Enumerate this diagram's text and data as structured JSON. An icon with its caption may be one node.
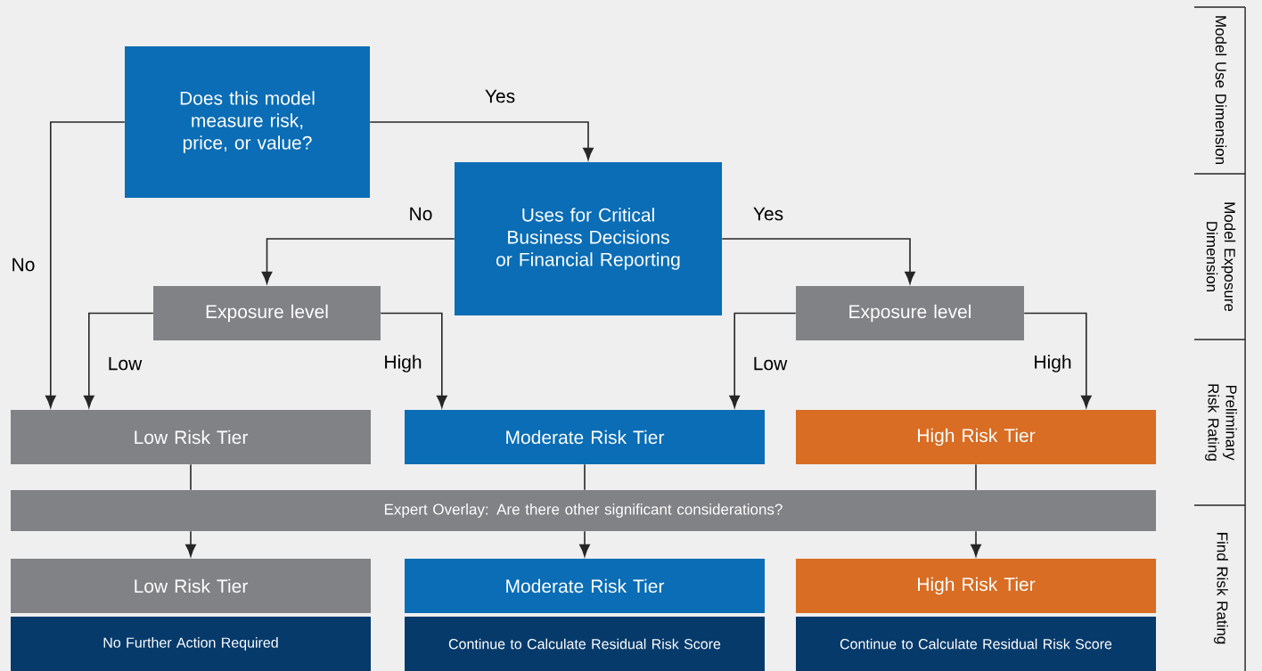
{
  "diagram": {
    "nodes": [
      {
        "text": [
          "Does this model measure risk, price, or value?"
        ]
      },
      {
        "text": [
          "Uses for Critical Business Decisions or Financial Reporting"
        ]
      },
      {
        "text": [
          "Exposure level"
        ]
      },
      {
        "text": [
          "Exposure level"
        ]
      },
      {
        "text": [
          "Low Risk Tier"
        ]
      },
      {
        "text": [
          "Moderate Risk Tier"
        ]
      },
      {
        "text": [
          "High Risk Tier"
        ]
      },
      {
        "text": [
          "Expert Overlay: Are there other significant considerations?"
        ]
      },
      {
        "text": [
          "Low Risk Tier"
        ]
      },
      {
        "text": [
          "Moderate Risk Tier"
        ]
      },
      {
        "text": [
          "High Risk Tier"
        ]
      },
      {
        "text": [
          "No Further Action Required"
        ]
      },
      {
        "text": [
          "Continue to Calculate Residual Risk Score"
        ]
      },
      {
        "text": [
          "Continue to Calculate Residual Risk Score"
        ]
      }
    ],
    "edges": [
      {
        "from": 0,
        "to": 1,
        "arrow": "to",
        "label": "Yes"
      },
      {
        "from": 0,
        "to": 4,
        "arrow": "to",
        "label": "No"
      },
      {
        "from": 1,
        "to": 2,
        "arrow": "to",
        "label": "No"
      },
      {
        "from": 1,
        "to": 3,
        "arrow": "to",
        "label": "Yes"
      },
      {
        "from": 2,
        "to": 4,
        "arrow": "to",
        "label": "Low"
      },
      {
        "from": 2,
        "to": 5,
        "arrow": "to",
        "label": "High"
      },
      {
        "from": 3,
        "to": 5,
        "arrow": "to",
        "label": "Low"
      },
      {
        "from": 3,
        "to": 6,
        "arrow": "to",
        "label": "High"
      },
      {
        "from": 4,
        "to": 7,
        "arrow": "none"
      },
      {
        "from": 5,
        "to": 7,
        "arrow": "none"
      },
      {
        "from": 6,
        "to": 7,
        "arrow": "none"
      },
      {
        "from": 7,
        "to": 8,
        "arrow": "to"
      },
      {
        "from": 7,
        "to": 9,
        "arrow": "to"
      },
      {
        "from": 7,
        "to": 10,
        "arrow": "to"
      }
    ],
    "labels": [
      "Model Use Dimension",
      "Model Exposure Dimension",
      "Preliminary Risk Rating",
      "Find Risk Rating"
    ]
  }
}
